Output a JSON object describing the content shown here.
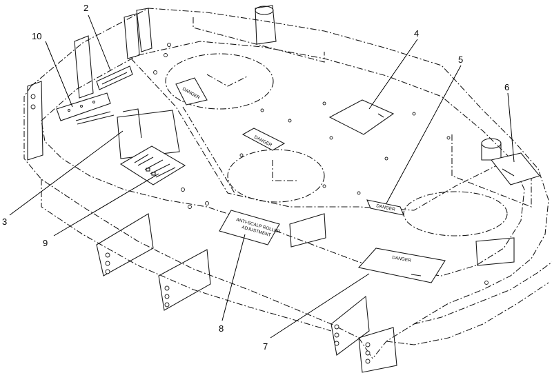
{
  "callouts": [
    {
      "id": "2",
      "label": "2"
    },
    {
      "id": "10",
      "label": "10"
    },
    {
      "id": "4",
      "label": "4"
    },
    {
      "id": "5",
      "label": "5"
    },
    {
      "id": "6",
      "label": "6"
    },
    {
      "id": "3",
      "label": "3"
    },
    {
      "id": "9",
      "label": "9"
    },
    {
      "id": "8",
      "label": "8"
    },
    {
      "id": "7",
      "label": "7"
    }
  ],
  "decals": {
    "danger_top": "DANGER",
    "danger_center": "DANGER",
    "danger_small": "DANGER",
    "danger_front": "DANGER",
    "anti_scalp_line1": "ANTI-SCALP ROLLER",
    "anti_scalp_line2": "ADJUSTMENT"
  }
}
